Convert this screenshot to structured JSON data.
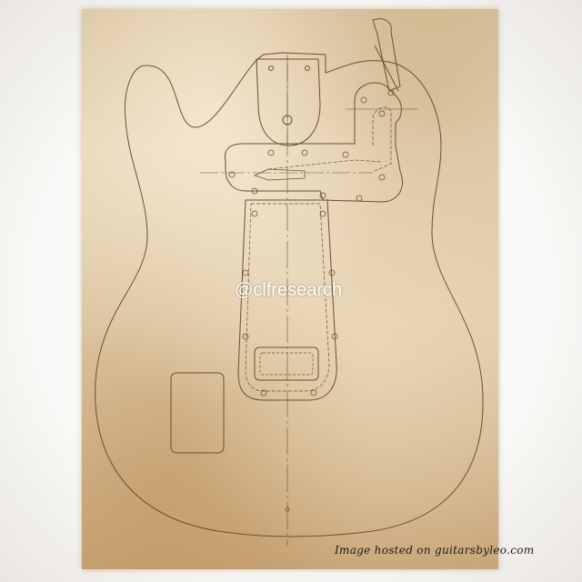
{
  "image": {
    "subject": "guitar body",
    "palette": {
      "paper_light": "#e6d6b8",
      "paper_dark": "#c9a679",
      "ink": "#6b4f35",
      "border": "#f7f5f2"
    }
  },
  "overlay": {
    "watermark_text": "@clfresearch",
    "credit_text": "Image hosted on guitarsbyleo.com"
  }
}
